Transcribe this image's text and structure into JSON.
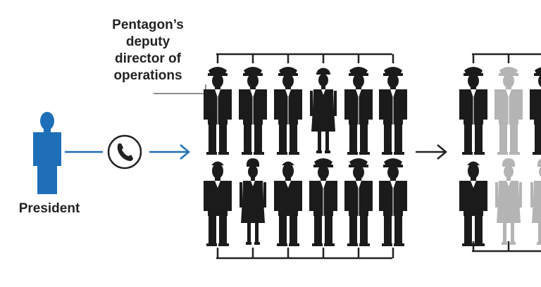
{
  "annotation_lines": [
    "Pentagon’s",
    "deputy",
    "director of",
    "operations"
  ],
  "president_label": "President",
  "icons": {
    "caller": "person-icon",
    "phone": "phone-icon",
    "arrow": "arrow-right-icon",
    "officer": "officer-icon",
    "officer_female": "female-officer-icon",
    "civilian": "civilian-icon",
    "civilian_female": "female-civilian-icon"
  },
  "colors": {
    "president": "#1f6fb8",
    "arrow_blue": "#1f6fb8",
    "figure": "#1b1b1b",
    "figure_faded": "#b4b4b4",
    "bracket": "#222222",
    "text": "#222222"
  },
  "group_1": {
    "top_row": [
      "officer",
      "officer",
      "officer",
      "officer_female",
      "officer",
      "officer"
    ],
    "bottom_row": [
      "civilian",
      "civilian_female",
      "civilian",
      "officer",
      "officer",
      "officer"
    ],
    "faded_top": [
      false,
      false,
      false,
      false,
      false,
      false
    ],
    "faded_bottom": [
      false,
      false,
      false,
      false,
      false,
      false
    ]
  },
  "group_2": {
    "top_row": [
      "officer",
      "officer",
      "officer"
    ],
    "bottom_row": [
      "civilian",
      "civilian_female",
      "civilian_female"
    ],
    "faded_top": [
      false,
      true,
      false
    ],
    "faded_bottom": [
      false,
      true,
      true
    ]
  }
}
